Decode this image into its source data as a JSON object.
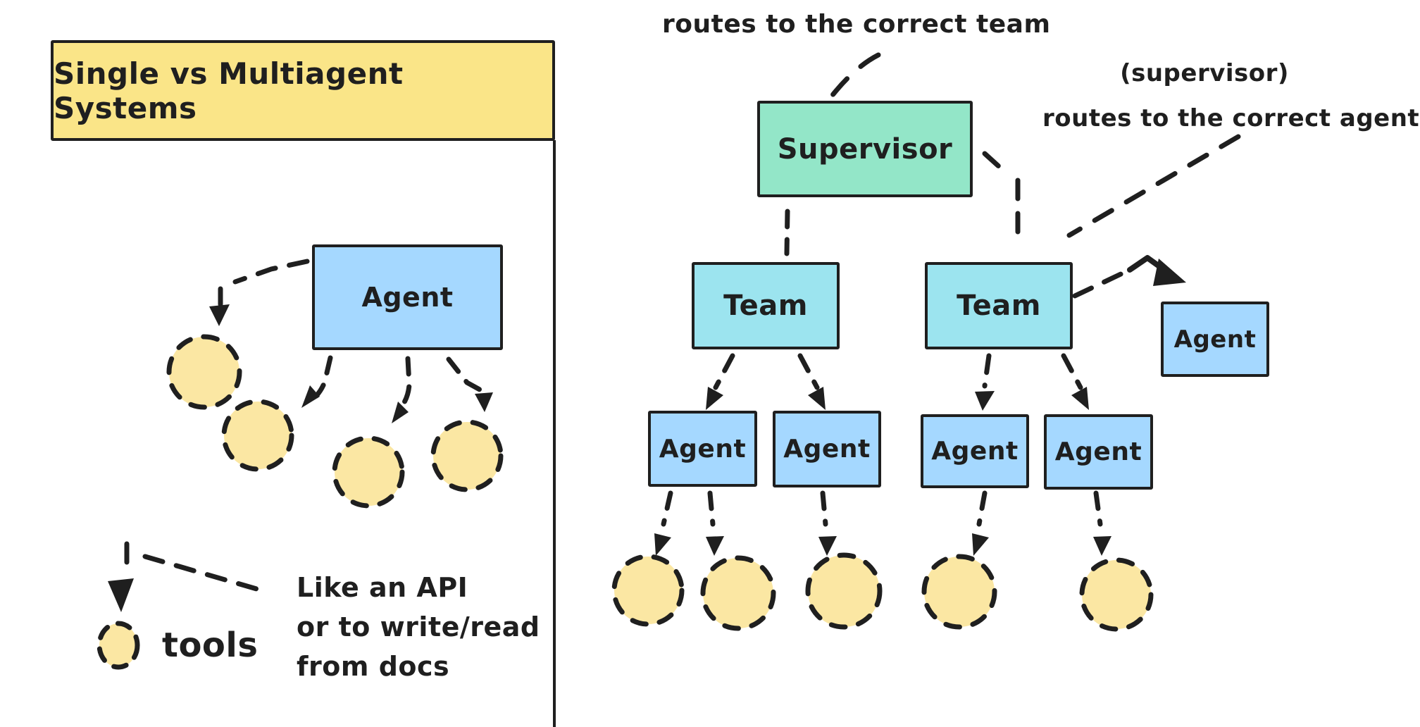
{
  "diagram_title": "Single vs Multiagent Systems",
  "left_panel": {
    "agent_label": "Agent",
    "legend": {
      "tools_label": "tools",
      "note_line1": "Like an API",
      "note_line2": "or to write/read",
      "note_line3": "from docs"
    }
  },
  "right_panel": {
    "annotation_routes_team": "routes to the correct team",
    "annotation_supervisor": "(supervisor)",
    "annotation_routes_agent": "routes to the correct agent",
    "supervisor_label": "Supervisor",
    "team_left_label": "Team",
    "team_right_label": "Team",
    "agent_labels": [
      "Agent",
      "Agent",
      "Agent",
      "Agent"
    ],
    "standalone_agent_label": "Agent"
  },
  "colors": {
    "ink": "#1f1f1f",
    "title_fill": "#fae588",
    "agent_fill": "#a5d8ff",
    "team_fill": "#9ce4ef",
    "supervisor_fill": "#93e6c8",
    "tool_fill": "#fbe7a3"
  }
}
